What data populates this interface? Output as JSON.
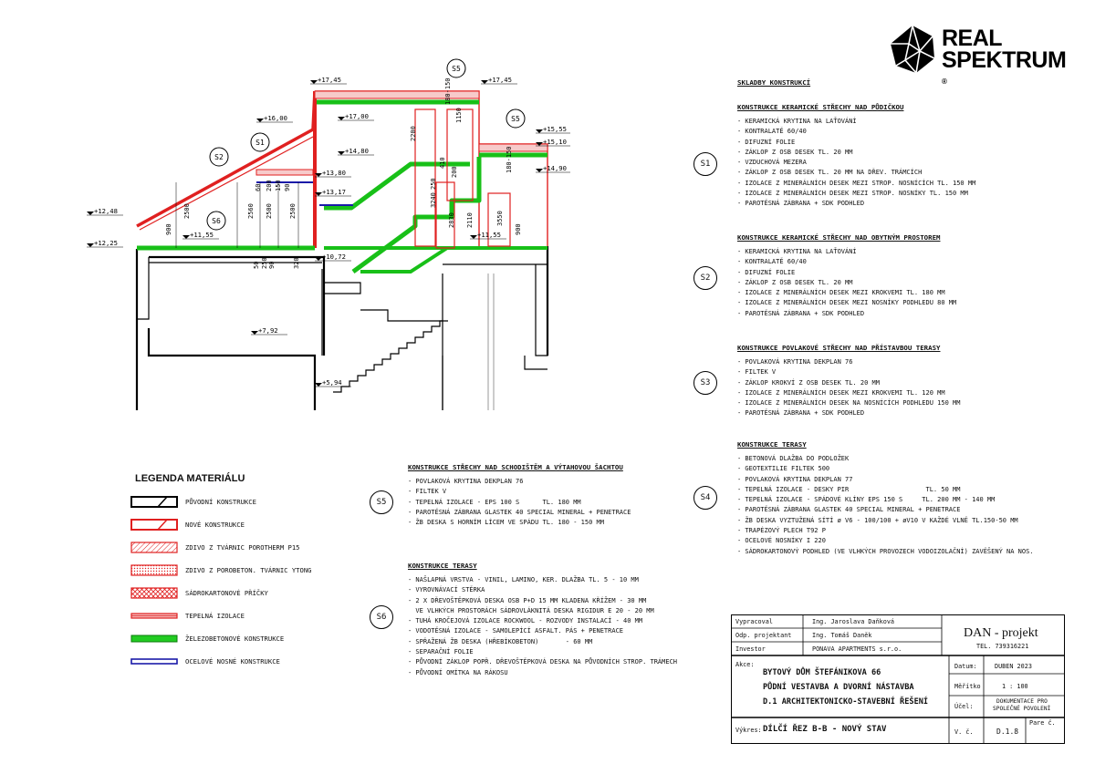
{
  "brand": {
    "line1": "REAL",
    "line2": "SPEKTRUM",
    "mark": "®"
  },
  "skladby_title": "SKLADBY KONSTRUKCÍ",
  "sections": [
    {
      "code": "S1",
      "title": "KONSTRUKCE KERAMICKÉ STŘECHY NAD PŮDIČKOU",
      "items": [
        "- KERAMICKÁ KRYTINA NA LAŤOVÁNÍ",
        "- KONTRALATĚ 60/40",
        "- DIFUZNÍ FOLIE",
        "- ZÁKLOP Z OSB DESEK TL. 20 MM",
        "- VZDUCHOVÁ MEZERA",
        "- ZÁKLOP Z OSB DESEK TL. 20 MM NA DŘEV. TRÁMCÍCH",
        "- IZOLACE Z MINERÁLNÍCH DESEK MEZI STROP. NOSNÍCÍCH TL. 150 MM",
        "- IZOLACE Z MINERÁLNÍCH DESEK MEZI STROP. NOSNÍKY TL. 150 MM",
        "- PAROTĚSNÁ ZÁBRANA + SDK PODHLED"
      ]
    },
    {
      "code": "S2",
      "title": "KONSTRUKCE KERAMICKÉ STŘECHY NAD OBYTNÝM PROSTOREM",
      "items": [
        "- KERAMICKÁ KRYTINA NA LAŤOVÁNÍ",
        "- KONTRALATĚ 60/40",
        "- DIFUZNÍ FOLIE",
        "- ZÁKLOP Z OSB DESEK TL. 20 MM",
        "- IZOLACE Z MINERÁLNÍCH DESEK MEZI KROKVEMI TL. 180 MM",
        "- IZOLACE Z MINERÁLNÍCH DESEK MEZI NOSNÍKY PODHLEDU 80 MM",
        "- PAROTĚSNÁ ZÁBRANA + SDK PODHLED"
      ]
    },
    {
      "code": "S3",
      "title": "KONSTRUKCE POVLAKOVÉ STŘECHY NAD PŘÍSTAVBOU TERASY",
      "items": [
        "- POVLAKOVÁ KRYTINA DEKPLAN 76",
        "- FILTEK V",
        "- ZÁKLOP KROKVÍ Z OSB DESEK TL. 20 MM",
        "- IZOLACE Z MINERÁLNÍCH DESEK MEZI KROKVEMI TL. 120 MM",
        "- IZOLACE Z MINERÁLNÍCH DESEK NA NOSNÍCÍCH PODHLEDU 150 MM",
        "- PAROTĚSNÁ ZÁBRANA + SDK PODHLED"
      ]
    },
    {
      "code": "S4",
      "title": "KONSTRUKCE TERASY",
      "items": [
        "- BETONOVÁ DLAŽBA DO PODLOŽEK",
        "- GEOTEXTILIE FILTEK 500",
        "- POVLAKOVÁ KRYTINA DEKPLAN 77",
        "- TEPELNÁ IZOLACE - DESKY PIR                    TL. 50 MM",
        "- TEPELNÁ IZOLACE - SPÁDOVÉ KLÍNY EPS 150 S     TL. 200 MM - 140 MM",
        "- PAROTĚSNÁ ZÁBRANA GLASTEK 40 SPECIAL MINERAL + PENETRACE",
        "- ŽB DESKA VYZTUŽENÁ SÍTÍ ø V6 - 100/100 + øV10 V KAŽDÉ VLNĚ TL.150-50 MM",
        "- TRAPÉZOVÝ PLECH T92 P",
        "- OCELOVÉ NOSNÍKY I 220",
        "- SÁDROKARTONOVÝ PODHLED (VE VLHKÝCH PROVOZECH VODOIZOLAČNÍ) ZAVĚŠENÝ NA NOS."
      ]
    },
    {
      "code": "S5",
      "title": "KONSTRUKCE STŘECHY NAD SCHODIŠTĚM A VÝTAHOVOU ŠACHTOU",
      "items": [
        "- POVLAKOVÁ KRYTINA DEKPLAN 76",
        "- FILTEK V",
        "- TEPELNÁ IZOLACE - EPS 100 S      TL. 180 MM",
        "- PAROTĚSNÁ ZÁBRANA GLASTEK 40 SPECIAL MINERAL + PENETRACE",
        "- ŽB DESKA S HORNÍM LÍCEM VE SPÁDU TL. 180 - 150 MM"
      ]
    },
    {
      "code": "S6",
      "title": "KONSTRUKCE TERASY",
      "items": [
        "- NAŠLAPNÁ VRSTVA - VINIL, LAMINO, KER. DLAŽBA TL. 5 - 10 MM",
        "- VYROVNÁVACÍ STĚRKA",
        "- 2 X DŘEVOŠTĚPKOVÁ DESKA OSB P+D 15 MM KLADENA KŘÍŽEM - 30 MM",
        "  VE VLHKÝCH PROSTORÁCH SÁDROVLÁKNITÁ DESKA RIGIDUR E 20 - 20 MM",
        "- TUHÁ KROČEJOVÁ IZOLACE ROCKWOOL - ROZVODY INSTALACÍ - 40 MM",
        "- VODOTĚSNÁ IZOLACE - SAMOLEPÍCÍ ASFALT. PÁS + PENETRACE",
        "- SPŘAŽENÁ ŽB DESKA (HŘEBÍKOBETON)       - 60 MM",
        "- SEPARAČNÍ FOLIE",
        "- PŮVODNÍ ZÁKLOP POPŘ. DŘEVOŠTĚPKOVÁ DESKA NA PŮVODNÍCH STROP. TRÁMECH",
        "- PŮVODNÍ OMÍTKA NA RÁKOSU"
      ]
    }
  ],
  "legend": {
    "title": "LEGENDA MATERIÁLU",
    "items": [
      {
        "label": "PŮVODNÍ KONSTRUKCE",
        "kind": "original",
        "color": "#000000"
      },
      {
        "label": "NOVÉ KONSTRUKCE",
        "kind": "new",
        "color": "#e02020"
      },
      {
        "label": "ZDIVO Z TVÁRNIC POROTHERM P15",
        "kind": "hatch",
        "color": "#e02020"
      },
      {
        "label": "ZDIVO Z POROBETON. TVÁRNIC YTONG",
        "kind": "dots",
        "color": "#e02020"
      },
      {
        "label": "SÁDROKARTONOVÉ PŘÍČKY",
        "kind": "cross",
        "color": "#e02020"
      },
      {
        "label": "TEPELNÁ IZOLACE",
        "kind": "insul",
        "color": "#e02020"
      },
      {
        "label": "ŽELEZOBETONOVÉ KONSTRUKCE",
        "kind": "green",
        "color": "#22cc22"
      },
      {
        "label": "OCELOVÉ NOSNÉ KONSTRUKCE",
        "kind": "blue",
        "color": "#1a1aa8"
      }
    ]
  },
  "levels": [
    "+17,45",
    "+17,45",
    "+17,00",
    "+16,00",
    "+15,55",
    "+15,10",
    "+14,90",
    "+14,80",
    "+13,80",
    "+13,17",
    "+12,48",
    "+12,25",
    "+11,55",
    "+11,55",
    "+10,72",
    "+7,92",
    "+5,94"
  ],
  "dims": [
    "2500",
    "2560",
    "2500",
    "2500",
    "2200",
    "3240",
    "2830",
    "2110",
    "3550",
    "900",
    "900",
    "1150",
    "180-150",
    "180-150",
    "410",
    "200",
    "320",
    "250",
    "60",
    "200",
    "150",
    "90",
    "250",
    "50",
    "90"
  ],
  "drawing_tags": [
    "S5",
    "S5",
    "S1",
    "S2",
    "S6"
  ],
  "title_block": {
    "vypracoval_l": "Vypracoval",
    "vypracoval_v": "Ing. Jaroslava Daňková",
    "odp_l": "Odp. projektant",
    "odp_v": "Ing. Tomáš Daněk",
    "investor_l": "Investor",
    "investor_v": "PONAVA APARTMENTS s.r.o.",
    "company": "DAN - projekt",
    "tel": "TEL. 739316221",
    "akce_l": "Akce:",
    "akce1": "BYTOVÝ DŮM ŠTEFÁNIKOVA 66",
    "akce2": "PŮDNÍ VESTAVBA A DVORNÍ NÁSTAVBA",
    "akce3": "D.1 ARCHITEKTONICKO-STAVEBNÍ ŘEŠENÍ",
    "datum_l": "Datum:",
    "datum_v": "DUBEN 2023",
    "meritko_l": "Měřítko",
    "meritko_v": "1 : 100",
    "ucel_l": "Účel:",
    "ucel_v1": "DOKUMENTACE PRO",
    "ucel_v2": "SPOLEČNÉ POVOLENÍ",
    "vykres_l": "Výkres:",
    "vykres_v": "DÍLČÍ ŘEZ B-B - NOVÝ STAV",
    "vc_l": "V. č.",
    "vc_v": "D.1.8",
    "pare_l": "Pare č."
  }
}
